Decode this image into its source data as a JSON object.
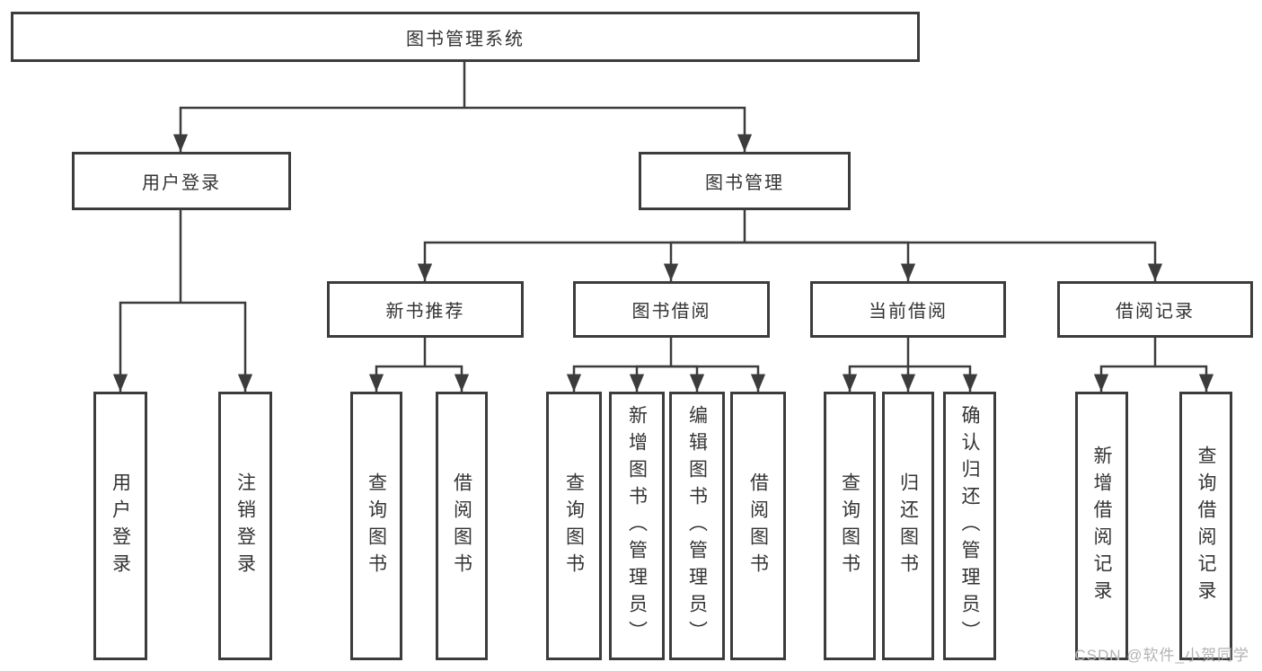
{
  "diagram_title": "图书管理系统",
  "nodes": {
    "root": "图书管理系统",
    "user_login": "用户登录",
    "book_management": "图书管理",
    "new_book_recommend": "新书推荐",
    "book_borrow": "图书借阅",
    "current_borrow": "当前借阅",
    "borrow_records": "借阅记录"
  },
  "leaves": {
    "login": "用户登录",
    "logout": "注销登录",
    "nb_query_books": "查询图书",
    "nb_borrow_books": "借阅图书",
    "bb_query_books": "查询图书",
    "bb_add_books_admin": "新增图书（管理员）",
    "bb_edit_books_admin": "编辑图书（管理员）",
    "bb_borrow_books": "借阅图书",
    "cb_query_books": "查询图书",
    "cb_return_books": "归还图书",
    "cb_confirm_return_admin": "确认归还（管理员）",
    "rec_add_record": "新增借阅记录",
    "rec_query_record": "查询借阅记录"
  },
  "watermark": "CSDN @软件_小贺同学",
  "colors": {
    "line": "#3c3c3c",
    "box_border": "#3c3c3c",
    "text": "#333333",
    "watermark": "#b3b3b3",
    "background": "#ffffff"
  }
}
